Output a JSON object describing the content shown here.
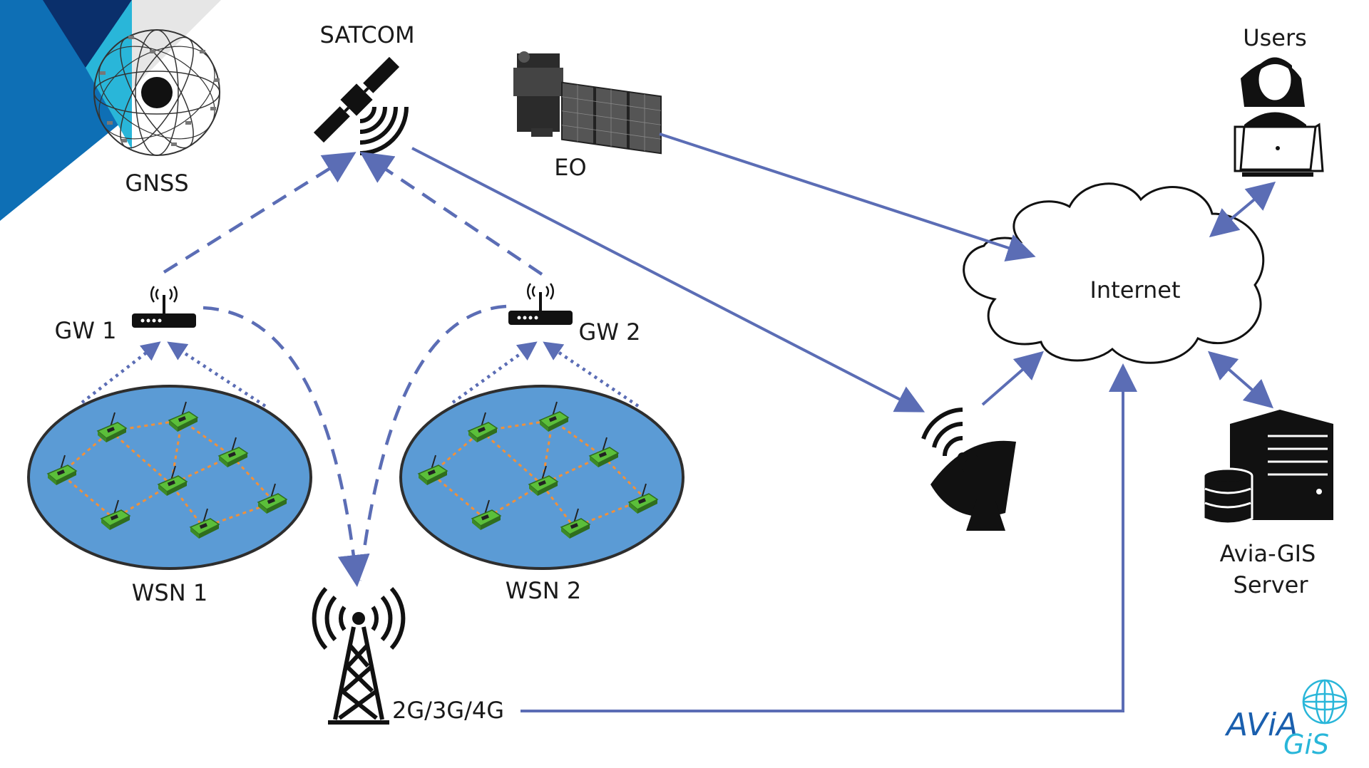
{
  "labels": {
    "gnss": "GNSS",
    "satcom": "SATCOM",
    "eo": "EO",
    "users": "Users",
    "internet": "Internet",
    "gw1": "GW 1",
    "gw2": "GW 2",
    "wsn1": "WSN 1",
    "wsn2": "WSN 2",
    "cellular": "2G/3G/4G",
    "server_line1": "Avia-GIS",
    "server_line2": "Server"
  },
  "logo": {
    "line1": "AViA",
    "line2": "GiS"
  },
  "colors": {
    "arrow": "#5b6db5",
    "mesh": "#f0903a",
    "wsn_fill": "#5b9bd5",
    "corner_dark": "#0a2f6b",
    "corner_mid": "#0e6fb5",
    "corner_light": "#29b6d9"
  },
  "icons": [
    "globe-constellation-icon",
    "satellite-icon",
    "eo-satellite-icon",
    "user-laptop-icon",
    "cloud-icon",
    "router-icon",
    "sensor-node-icon",
    "cell-tower-icon",
    "satellite-dish-icon",
    "server-database-icon"
  ]
}
